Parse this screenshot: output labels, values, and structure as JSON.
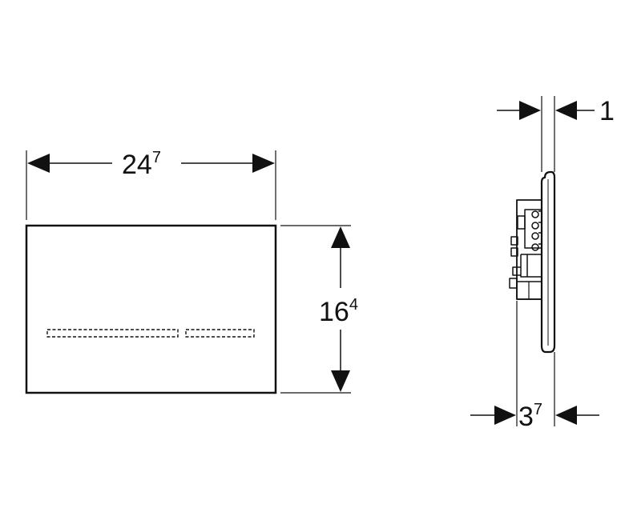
{
  "front_view": {
    "width_dimension": {
      "main": "24",
      "sup": "7"
    },
    "height_dimension": {
      "main": "16",
      "sup": "4"
    }
  },
  "side_view": {
    "top_dimension": {
      "main": "1",
      "sup": ""
    },
    "bottom_dimension": {
      "main": "3",
      "sup": "7"
    }
  },
  "colors": {
    "line": "#111111",
    "background": "#ffffff"
  }
}
